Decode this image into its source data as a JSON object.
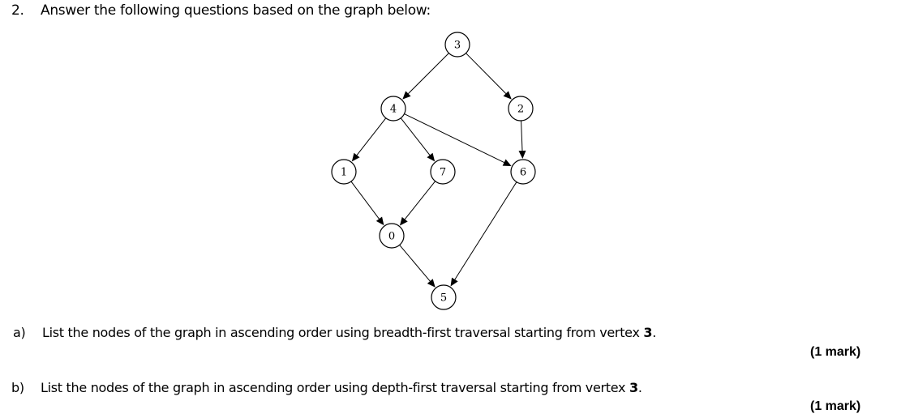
{
  "question": {
    "number": "2.",
    "text": "Answer the following questions based on the graph below:"
  },
  "graph": {
    "nodes": [
      {
        "id": "3",
        "label": "3"
      },
      {
        "id": "4",
        "label": "4"
      },
      {
        "id": "2",
        "label": "2"
      },
      {
        "id": "1",
        "label": "1"
      },
      {
        "id": "7",
        "label": "7"
      },
      {
        "id": "6",
        "label": "6"
      },
      {
        "id": "0",
        "label": "0"
      },
      {
        "id": "5",
        "label": "5"
      }
    ],
    "edges": [
      {
        "from": "3",
        "to": "4"
      },
      {
        "from": "3",
        "to": "2"
      },
      {
        "from": "4",
        "to": "1"
      },
      {
        "from": "4",
        "to": "7"
      },
      {
        "from": "4",
        "to": "6"
      },
      {
        "from": "2",
        "to": "6"
      },
      {
        "from": "1",
        "to": "0"
      },
      {
        "from": "7",
        "to": "0"
      },
      {
        "from": "0",
        "to": "5"
      },
      {
        "from": "6",
        "to": "5"
      }
    ]
  },
  "parts": [
    {
      "letter": "a)",
      "text": "List the nodes of the graph in ascending order using breadth-first traversal starting from vertex ",
      "vertex": "3",
      "end": ".",
      "mark": "(1 mark)"
    },
    {
      "letter": "b)",
      "text": "List the nodes of the graph in ascending order using depth-first traversal starting from vertex ",
      "vertex": "3",
      "end": ".",
      "mark": "(1 mark)"
    }
  ]
}
